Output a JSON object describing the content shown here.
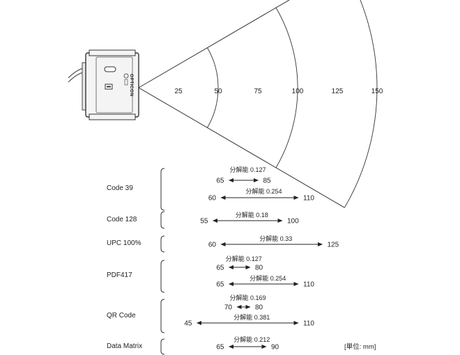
{
  "scanner": {
    "brand": "OPTICON"
  },
  "scale": {
    "ticks": [
      "25",
      "50",
      "75",
      "100",
      "125",
      "150"
    ],
    "max_mm": 150
  },
  "unit_note": "[単位: mm]",
  "symbologies": [
    {
      "name": "Code 39",
      "ranges": [
        {
          "resolution": "分解能 0.127",
          "near": "65",
          "far": "85",
          "near_mm": 65,
          "far_mm": 85
        },
        {
          "resolution": "分解能 0.254",
          "near": "60",
          "far": "110",
          "near_mm": 60,
          "far_mm": 110
        }
      ]
    },
    {
      "name": "Code 128",
      "ranges": [
        {
          "resolution": "分解能 0.18",
          "near": "55",
          "far": "100",
          "near_mm": 55,
          "far_mm": 100
        }
      ]
    },
    {
      "name": "UPC 100%",
      "ranges": [
        {
          "resolution": "分解能 0.33",
          "near": "60",
          "far": "125",
          "near_mm": 60,
          "far_mm": 125
        }
      ]
    },
    {
      "name": "PDF417",
      "ranges": [
        {
          "resolution": "分解能 0.127",
          "near": "65",
          "far": "80",
          "near_mm": 65,
          "far_mm": 80
        },
        {
          "resolution": "分解能 0.254",
          "near": "65",
          "far": "110",
          "near_mm": 65,
          "far_mm": 110
        }
      ]
    },
    {
      "name": "QR Code",
      "ranges": [
        {
          "resolution": "分解能 0.169",
          "near": "70",
          "far": "80",
          "near_mm": 70,
          "far_mm": 80
        },
        {
          "resolution": "分解能 0.381",
          "near": "45",
          "far": "110",
          "near_mm": 45,
          "far_mm": 110
        }
      ]
    },
    {
      "name": "Data Matrix",
      "ranges": [
        {
          "resolution": "分解能 0.212",
          "near": "65",
          "far": "90",
          "near_mm": 65,
          "far_mm": 90
        }
      ]
    }
  ]
}
